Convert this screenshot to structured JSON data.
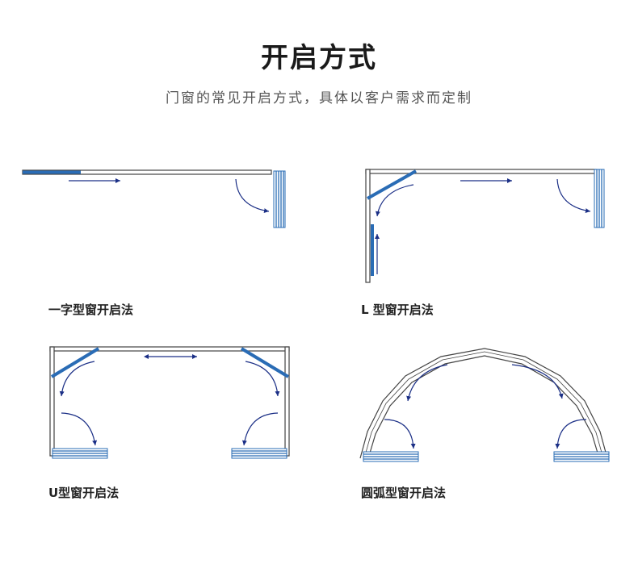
{
  "header": {
    "title": "开启方式",
    "subtitle": "门窗的常见开启方式，具体以客户需求而定制"
  },
  "panels": [
    {
      "label": "一字型窗开启法"
    },
    {
      "label": "L 型窗开启法"
    },
    {
      "label": "U型窗开启法"
    },
    {
      "label": "圆弧型窗开启法"
    }
  ],
  "colors": {
    "sash": "#2a6cb5",
    "arrow": "#1b2f86",
    "frame": "#444444"
  }
}
